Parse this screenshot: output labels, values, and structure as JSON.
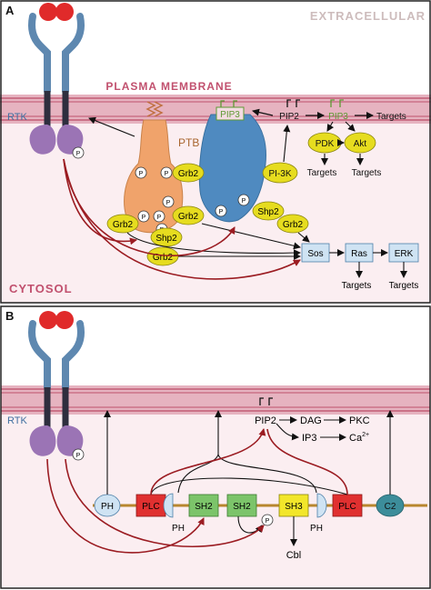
{
  "panelA": {
    "letter": "A",
    "extracellular": "EXTRACELLULAR",
    "membrane": "PLASMA MEMBRANE",
    "cytosol": "CYTOSOL",
    "rtk": "RTK",
    "ptb": "PTB",
    "p": "P",
    "grb2": "Grb2",
    "shp2": "Shp2",
    "pi3k": "PI-3K",
    "pip3": "PIP3",
    "pip2": "PIP2",
    "targets": "Targets",
    "pdk": "PDK",
    "akt": "Akt",
    "sos": "Sos",
    "ras": "Ras",
    "erk": "ERK"
  },
  "panelB": {
    "letter": "B",
    "rtk": "RTK",
    "p": "P",
    "pip2": "PIP2",
    "dag": "DAG",
    "pkc": "PKC",
    "ip3": "IP3",
    "ca": "Ca",
    "ca_sup": "2+",
    "ph": "PH",
    "plc": "PLC",
    "sh2": "SH2",
    "sh3": "SH3",
    "c2": "C2",
    "cbl": "Cbl"
  },
  "colors": {
    "membrane": "#e6b3c0",
    "membrane_line": "#b03050",
    "cytosol": "#fbeef1",
    "receptor_blue": "#5e88b0",
    "receptor_dark": "#2e2e3e",
    "kinase_purple": "#9b74b5",
    "ligand_red": "#e02a2a",
    "ptb_orange": "#f0a36b",
    "pi3k_blue": "#4f8ac0",
    "adapter_yellow": "#e6dc1f",
    "box_blue": "#cfe3f3",
    "arrow_red": "#9b1c22",
    "pip_green": "#5e9a33",
    "plc_red": "#e03030",
    "sh2_green": "#7cc46a",
    "sh3_yellow": "#f2e62a",
    "c2_teal": "#3c8d9a",
    "label_pink": "#c1506e",
    "label_brown": "#a8652f"
  }
}
